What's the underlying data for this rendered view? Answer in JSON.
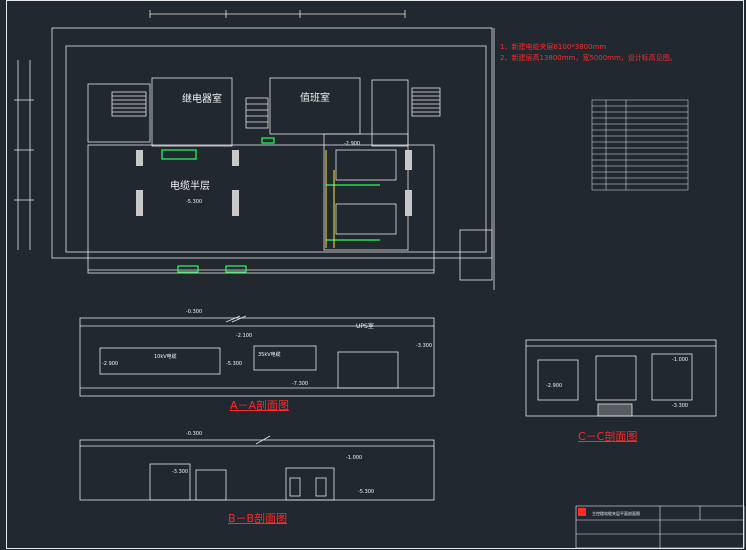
{
  "rooms": {
    "relay": "继电器室",
    "duty": "值班室",
    "cable_half_floor": "电缆半层"
  },
  "notes": {
    "line1": "1、新建电缆夹层6100*3800mm",
    "line2": "2、新建层高13800mm，宽5000mm，设计标高见图。"
  },
  "sections": {
    "aa": "A－A剖面图",
    "bb": "B－B剖面图",
    "cc": "C－C剖面图"
  },
  "elevations": {
    "plan_1": "-5.300",
    "plan_2": "-2.900",
    "aa_1": "-0.300",
    "aa_2": "-2.100",
    "aa_3": "-2.900",
    "aa_4": "-5.300",
    "aa_5": "-7.300",
    "aa_6": "-3.300",
    "bb_1": "-0.300",
    "bb_2": "-1.000",
    "bb_3": "-3.300",
    "bb_4": "-5.300",
    "cc_1": "-1.000",
    "cc_2": "-2.900",
    "cc_3": "-3.300"
  },
  "labels": {
    "ups": "UPS室",
    "room_a": "10kV电缆",
    "room_b": "35kV电缆",
    "title_block_1": "主控楼电缆夹层平面剖面图"
  },
  "colors": {
    "background": "#212830",
    "line": "#e8e8e8",
    "annotation": "#ff2a2a",
    "highlight": "#2bff5a",
    "accent": "#ffe03a"
  }
}
